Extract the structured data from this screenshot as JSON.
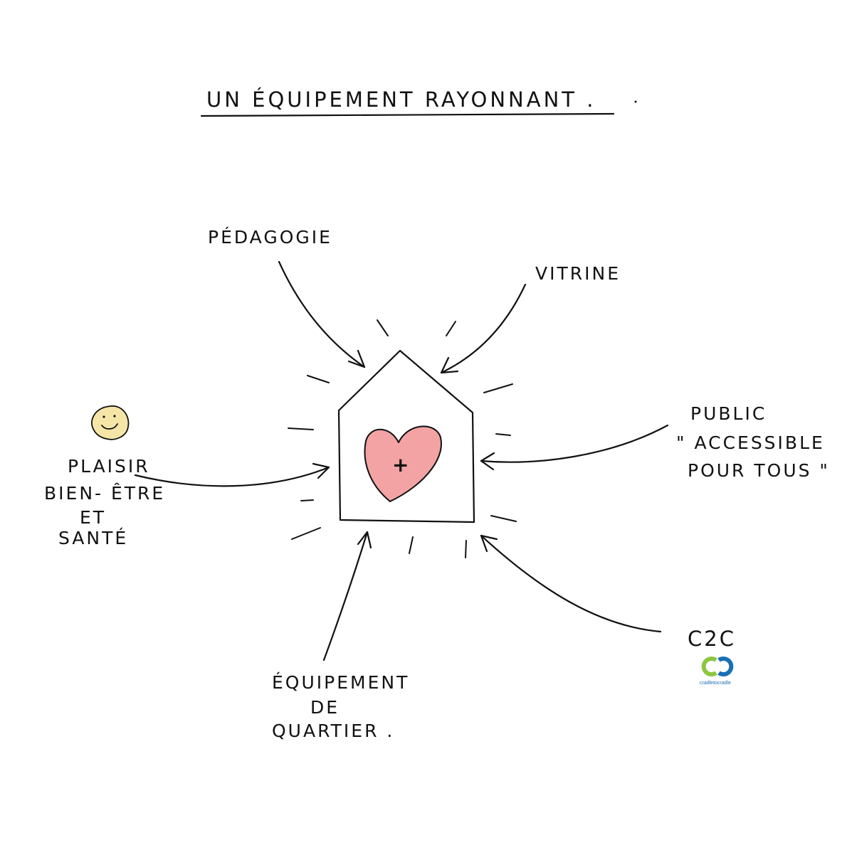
{
  "title": "UN ÉQUIPEMENT RAYONNANT .",
  "center_symbol": "+",
  "labels": {
    "pedagogie": "PÉDAGOGIE",
    "vitrine": "VITRINE",
    "public": [
      "PUBLIC",
      "\" ACCESSIBLE",
      "POUR TOUS \""
    ],
    "plaisir": [
      "PLAISIR",
      "BIEN- ÊTRE",
      "ET",
      "SANTÉ"
    ],
    "equipement": [
      "ÉQUIPEMENT",
      "DE",
      "QUARTIER ."
    ],
    "c2c": "C2C"
  },
  "logo": {
    "name": "cradle-to-cradle-logo",
    "text": "cradletocradle"
  },
  "icons": [
    "smiley-icon",
    "heart-icon",
    "house-icon",
    "cradle-to-cradle-logo"
  ],
  "colors": {
    "ink": "#111111",
    "heart_fill": "#f3a3a3",
    "smiley_fill": "#f5e6a8",
    "logo_green": "#8dc63f",
    "logo_blue": "#1a6fb5"
  }
}
